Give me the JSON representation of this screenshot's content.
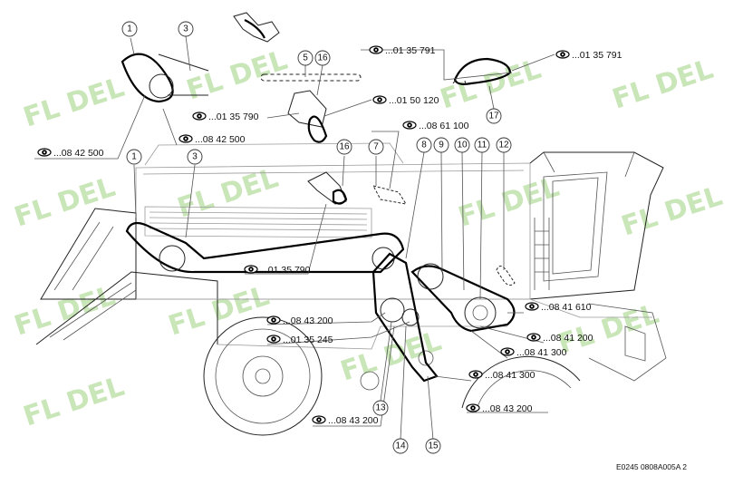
{
  "watermark": "FL DEL",
  "drawing_code": "E0245 0808A005A 2",
  "callouts": [
    {
      "id": "c1a",
      "label": "1"
    },
    {
      "id": "c3a",
      "label": "3"
    },
    {
      "id": "c5",
      "label": "5"
    },
    {
      "id": "c16a",
      "label": "16"
    },
    {
      "id": "c17",
      "label": "17"
    },
    {
      "id": "c1b",
      "label": "1"
    },
    {
      "id": "c3b",
      "label": "3"
    },
    {
      "id": "c16b",
      "label": "16"
    },
    {
      "id": "c7",
      "label": "7"
    },
    {
      "id": "c8",
      "label": "8"
    },
    {
      "id": "c9",
      "label": "9"
    },
    {
      "id": "c10",
      "label": "10"
    },
    {
      "id": "c11",
      "label": "11"
    },
    {
      "id": "c12",
      "label": "12"
    },
    {
      "id": "c13",
      "label": "13"
    },
    {
      "id": "c14",
      "label": "14"
    },
    {
      "id": "c15",
      "label": "15"
    }
  ],
  "references": [
    {
      "id": "r1",
      "text": "...01 35 791"
    },
    {
      "id": "r2",
      "text": "...01 35 791"
    },
    {
      "id": "r3",
      "text": "...01 50 120"
    },
    {
      "id": "r4",
      "text": "...01 35 790"
    },
    {
      "id": "r5",
      "text": "...08 61 100"
    },
    {
      "id": "r6",
      "text": "...08 42 500"
    },
    {
      "id": "r7",
      "text": "...08 42 500"
    },
    {
      "id": "r8",
      "text": "...01 35 790"
    },
    {
      "id": "r9",
      "text": "...08 41 610"
    },
    {
      "id": "r10",
      "text": "...08 43 200"
    },
    {
      "id": "r11",
      "text": "...08 41 200"
    },
    {
      "id": "r12",
      "text": "...01 35 245"
    },
    {
      "id": "r13",
      "text": "...08 41 300"
    },
    {
      "id": "r14",
      "text": "...08 41 300"
    },
    {
      "id": "r15",
      "text": "...08 43 200"
    },
    {
      "id": "r16",
      "text": "...08 43 200"
    }
  ]
}
